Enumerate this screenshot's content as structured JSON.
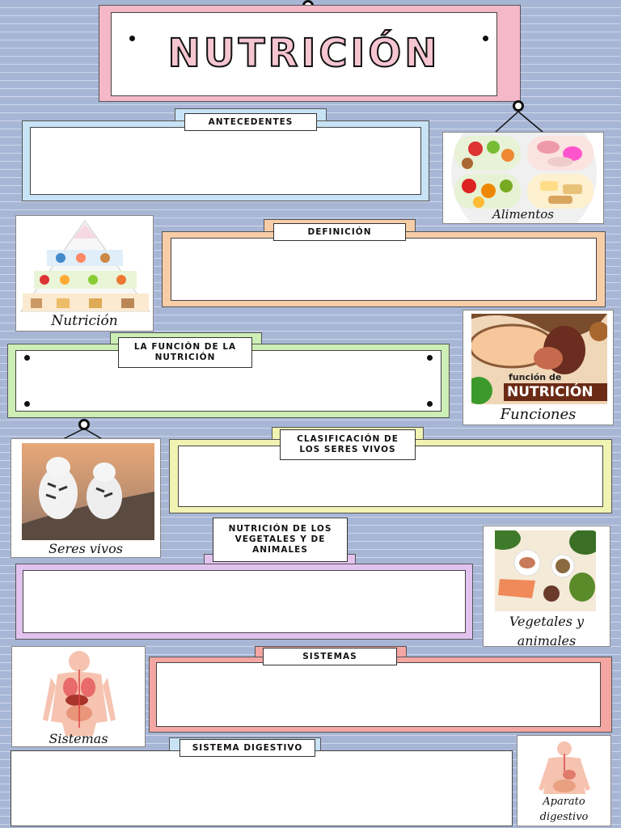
{
  "title": "NUTRICIÓN",
  "sections": {
    "antecedentes": "Antecedentes",
    "definicion": "Definición",
    "funcion": "La función de la nutrición",
    "clasificacion": "Clasificación de los seres vivos",
    "nutricion_vegetales": "Nutrición de los vegetales y de animales",
    "sistemas": "Sistemas",
    "sistema_digestivo": "Sistema digestivo"
  },
  "captions": {
    "alimentos": "Alimentos",
    "nutricion": "Nutrición",
    "funciones": "Funciones",
    "seres_vivos": "Seres vivos",
    "vegetales_animales": "Vegetales y animales",
    "sistemas": "Sistemas",
    "aparato_digestivo": "Aparato digestivo"
  },
  "image_texts": {
    "funcion_de": "función de",
    "nutricion_banner": "NUTRICIÓN"
  },
  "colors": {
    "background": "#a8b6d6",
    "pink": "#f4b8c8",
    "blue": "#c7e3f5",
    "peach": "#f7cda8",
    "green": "#cdeeb5",
    "yellow": "#f0f3b2",
    "purple": "#e2c3ef",
    "salmon": "#f4a6a2"
  }
}
